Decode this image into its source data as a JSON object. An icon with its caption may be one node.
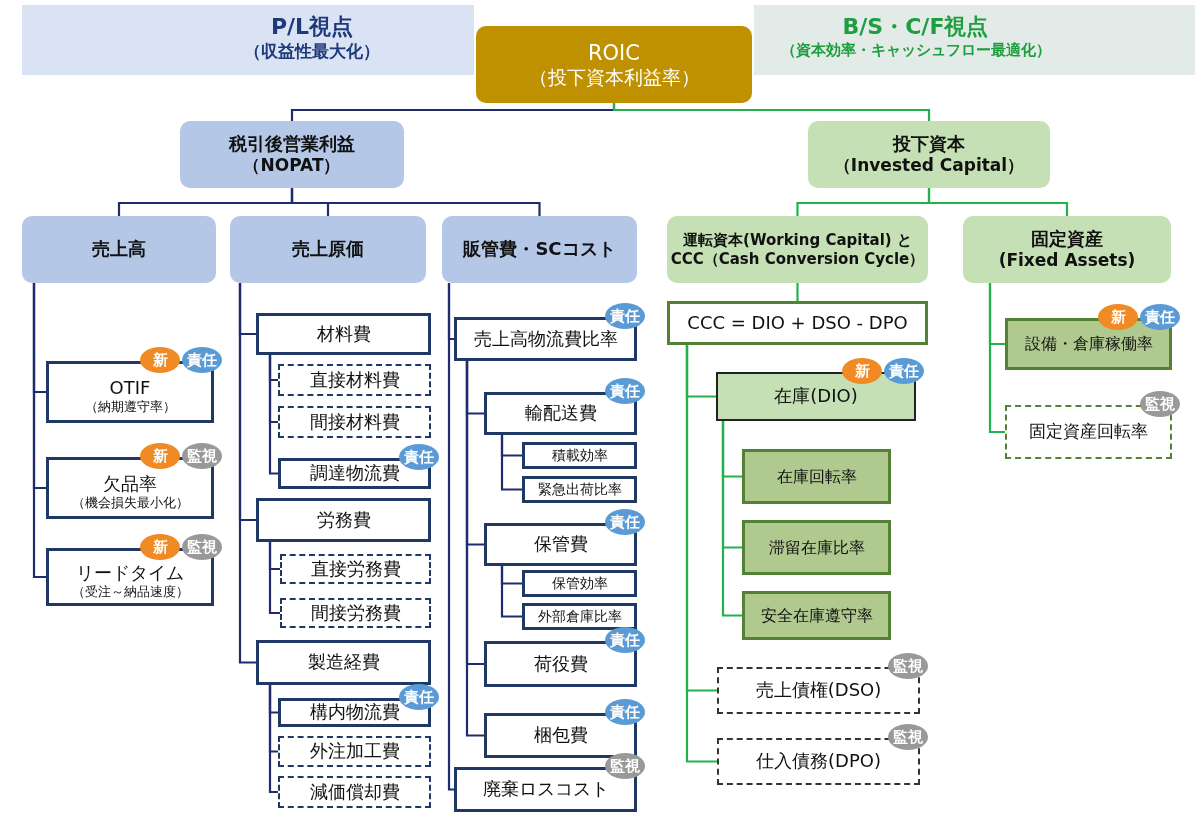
{
  "diagram": {
    "nodes": [
      {
        "text": [
          "P/L視点",
          "（収益性最大化）"
        ]
      },
      {
        "text": [
          "B/S・C/F視点",
          "（資本効率・キャッシュフロー最適化）"
        ]
      },
      {
        "text": [
          "ROIC",
          "（投下資本利益率）"
        ]
      },
      {
        "text": [
          "税引後営業利益",
          "（NOPAT）"
        ]
      },
      {
        "text": [
          "投下資本",
          "（Invested Capital）"
        ]
      },
      {
        "text": [
          "売上高"
        ]
      },
      {
        "text": [
          "売上原価"
        ]
      },
      {
        "text": [
          "販管費・SCコスト"
        ]
      },
      {
        "text": [
          "運転資本(Working Capital) と",
          "CCC（Cash Conversion Cycle）"
        ]
      },
      {
        "text": [
          "固定資産",
          "(Fixed Assets)"
        ]
      },
      {
        "text": [
          "OTIF",
          "（納期遵守率）"
        ],
        "beside": [
          "新",
          "責任"
        ]
      },
      {
        "text": [
          "欠品率",
          "（機会損失最小化）"
        ],
        "beside": [
          "新",
          "監視"
        ]
      },
      {
        "text": [
          "リードタイム",
          "（受注～納品速度）"
        ],
        "beside": [
          "新",
          "監視"
        ]
      },
      {
        "text": [
          "材料費"
        ]
      },
      {
        "text": [
          "直接材料費"
        ]
      },
      {
        "text": [
          "間接材料費"
        ]
      },
      {
        "text": [
          "調達物流費"
        ],
        "beside": [
          "責任"
        ]
      },
      {
        "text": [
          "労務費"
        ]
      },
      {
        "text": [
          "直接労務費"
        ]
      },
      {
        "text": [
          "間接労務費"
        ]
      },
      {
        "text": [
          "製造経費"
        ]
      },
      {
        "text": [
          "構内物流費"
        ],
        "beside": [
          "責任"
        ]
      },
      {
        "text": [
          "外注加工費"
        ]
      },
      {
        "text": [
          "減価償却費"
        ]
      },
      {
        "text": [
          "売上高物流費比率"
        ],
        "beside": [
          "責任"
        ]
      },
      {
        "text": [
          "輸配送費"
        ],
        "beside": [
          "責任"
        ]
      },
      {
        "text": [
          "積載効率"
        ]
      },
      {
        "text": [
          "緊急出荷比率"
        ]
      },
      {
        "text": [
          "保管費"
        ],
        "beside": [
          "責任"
        ]
      },
      {
        "text": [
          "保管効率"
        ]
      },
      {
        "text": [
          "外部倉庫比率"
        ]
      },
      {
        "text": [
          "荷役費"
        ],
        "beside": [
          "責任"
        ]
      },
      {
        "text": [
          "梱包費"
        ],
        "beside": [
          "責任"
        ]
      },
      {
        "text": [
          "廃棄ロスコスト"
        ],
        "beside": [
          "監視"
        ]
      },
      {
        "text": [
          "CCC = DIO + DSO - DPO"
        ]
      },
      {
        "text": [
          "在庫(DIO)"
        ],
        "beside": [
          "新",
          "責任"
        ]
      },
      {
        "text": [
          "在庫回転率"
        ]
      },
      {
        "text": [
          "滞留在庫比率"
        ]
      },
      {
        "text": [
          "安全在庫遵守率"
        ]
      },
      {
        "text": [
          "売上債権(DSO)"
        ],
        "beside": [
          "監視"
        ]
      },
      {
        "text": [
          "仕入債務(DPO)"
        ],
        "beside": [
          "監視"
        ]
      },
      {
        "text": [
          "設備・倉庫稼働率"
        ],
        "beside": [
          "新",
          "責任"
        ]
      },
      {
        "text": [
          "固定資産回転率"
        ],
        "beside": [
          "監視"
        ]
      }
    ],
    "edges": [
      {
        "from": 2,
        "to": 3,
        "arrow": "none"
      },
      {
        "from": 2,
        "to": 4,
        "arrow": "none",
        "color": "#22b14c"
      },
      {
        "from": 3,
        "to": 5,
        "arrow": "none"
      },
      {
        "from": 3,
        "to": 6,
        "arrow": "none"
      },
      {
        "from": 3,
        "to": 7,
        "arrow": "none"
      },
      {
        "from": 4,
        "to": 8,
        "arrow": "none",
        "color": "#22b14c"
      },
      {
        "from": 4,
        "to": 9,
        "arrow": "none",
        "color": "#22b14c"
      },
      {
        "from": 5,
        "to": 10,
        "arrow": "none"
      },
      {
        "from": 5,
        "to": 11,
        "arrow": "none"
      },
      {
        "from": 5,
        "to": 12,
        "arrow": "none"
      },
      {
        "from": 6,
        "to": 13,
        "arrow": "none"
      },
      {
        "from": 6,
        "to": 17,
        "arrow": "none"
      },
      {
        "from": 6,
        "to": 20,
        "arrow": "none"
      },
      {
        "from": 13,
        "to": 14,
        "arrow": "none"
      },
      {
        "from": 13,
        "to": 15,
        "arrow": "none"
      },
      {
        "from": 13,
        "to": 16,
        "arrow": "none"
      },
      {
        "from": 17,
        "to": 18,
        "arrow": "none"
      },
      {
        "from": 17,
        "to": 19,
        "arrow": "none"
      },
      {
        "from": 20,
        "to": 21,
        "arrow": "none"
      },
      {
        "from": 20,
        "to": 22,
        "arrow": "none"
      },
      {
        "from": 20,
        "to": 23,
        "arrow": "none"
      },
      {
        "from": 7,
        "to": 24,
        "arrow": "none"
      },
      {
        "from": 7,
        "to": 33,
        "arrow": "none"
      },
      {
        "from": 24,
        "to": 25,
        "arrow": "none"
      },
      {
        "from": 24,
        "to": 28,
        "arrow": "none"
      },
      {
        "from": 24,
        "to": 31,
        "arrow": "none"
      },
      {
        "from": 24,
        "to": 32,
        "arrow": "none"
      },
      {
        "from": 25,
        "to": 26,
        "arrow": "none"
      },
      {
        "from": 25,
        "to": 27,
        "arrow": "none"
      },
      {
        "from": 28,
        "to": 29,
        "arrow": "none"
      },
      {
        "from": 28,
        "to": 30,
        "arrow": "none"
      },
      {
        "from": 8,
        "to": 34,
        "arrow": "none",
        "color": "#22b14c"
      },
      {
        "from": 34,
        "to": 35,
        "arrow": "none",
        "color": "#22b14c"
      },
      {
        "from": 34,
        "to": 39,
        "arrow": "none",
        "color": "#22b14c"
      },
      {
        "from": 34,
        "to": 40,
        "arrow": "none",
        "color": "#22b14c"
      },
      {
        "from": 35,
        "to": 36,
        "arrow": "none",
        "color": "#22b14c"
      },
      {
        "from": 35,
        "to": 37,
        "arrow": "none",
        "color": "#22b14c"
      },
      {
        "from": 35,
        "to": 38,
        "arrow": "none",
        "color": "#22b14c"
      },
      {
        "from": 9,
        "to": 41,
        "arrow": "none",
        "color": "#22b14c"
      },
      {
        "from": 9,
        "to": 42,
        "arrow": "none",
        "color": "#22b14c"
      }
    ]
  }
}
